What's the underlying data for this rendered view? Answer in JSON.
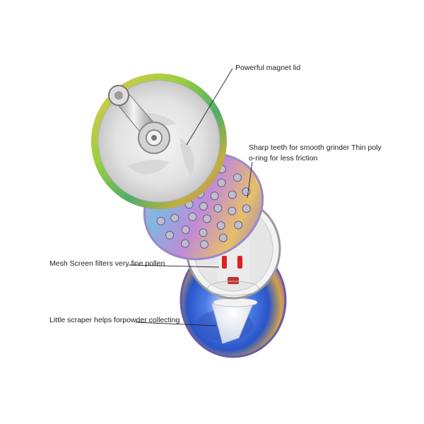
{
  "callouts": {
    "magnet_lid": "Powerful magnet lid",
    "teeth_line1": "Sharp teeth for smooth grinder Thin poly",
    "teeth_line2": "o-ring for less friction",
    "mesh_screen": "Mesh Screen filters very fine pollen",
    "scraper": "Little scraper helps forpowder collecting"
  },
  "colors": {
    "background": "#ffffff",
    "rim_green": "#9acd32",
    "rim_gold": "#e0c040",
    "rainbow_blue": "#3a6bd6",
    "rainbow_purple": "#b070d0",
    "accent_red": "#e02020",
    "leader_line": "#222222"
  }
}
